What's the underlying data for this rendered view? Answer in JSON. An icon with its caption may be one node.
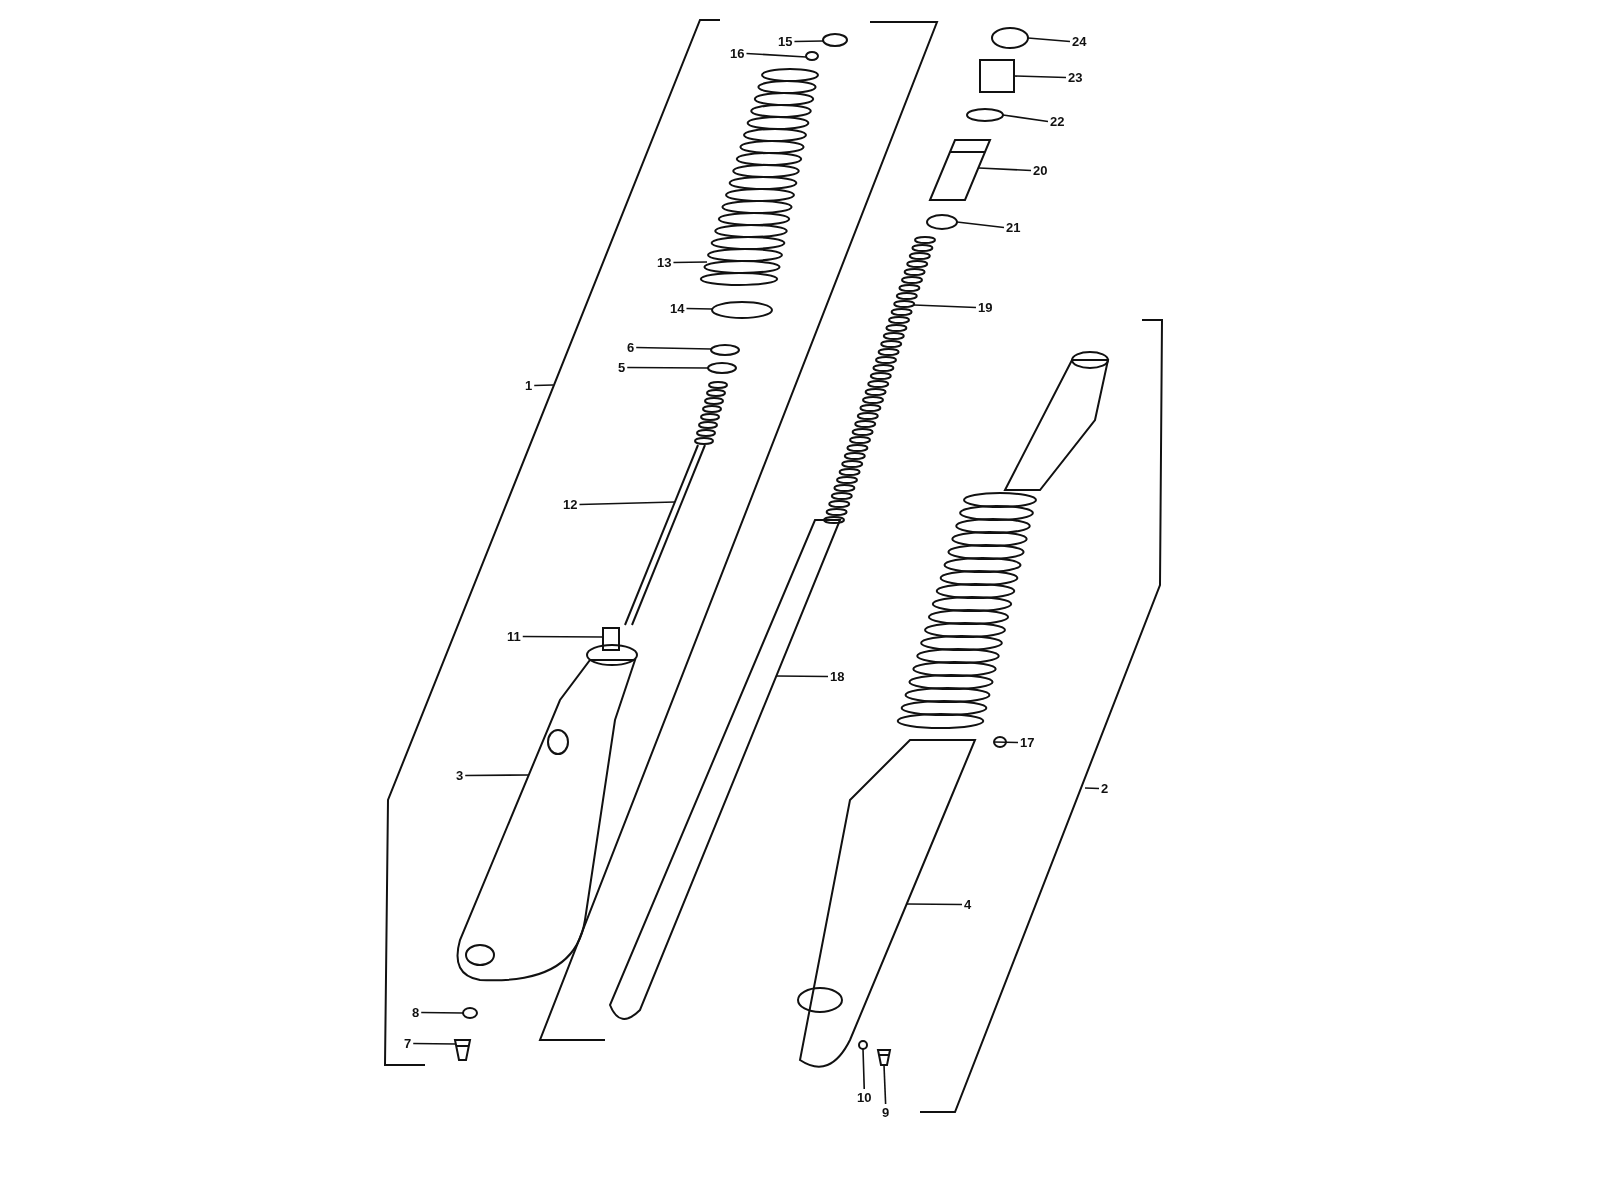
{
  "diagram": {
    "nodes": [
      {
        "text": [
          "15"
        ]
      },
      {
        "text": [
          "16"
        ]
      },
      {
        "text": [
          "24"
        ]
      },
      {
        "text": [
          "23"
        ]
      },
      {
        "text": [
          "22"
        ]
      },
      {
        "text": [
          "20"
        ]
      },
      {
        "text": [
          "21"
        ]
      },
      {
        "text": [
          "13"
        ]
      },
      {
        "text": [
          "14"
        ]
      },
      {
        "text": [
          "19"
        ]
      },
      {
        "text": [
          "6"
        ]
      },
      {
        "text": [
          "5"
        ]
      },
      {
        "text": [
          "1"
        ]
      },
      {
        "text": [
          "12"
        ]
      },
      {
        "text": [
          "11"
        ]
      },
      {
        "text": [
          "18"
        ]
      },
      {
        "text": [
          "3"
        ]
      },
      {
        "text": [
          "17"
        ]
      },
      {
        "text": [
          "2"
        ]
      },
      {
        "text": [
          "4"
        ]
      },
      {
        "text": [
          "8"
        ]
      },
      {
        "text": [
          "7"
        ]
      },
      {
        "text": [
          "10"
        ]
      },
      {
        "text": [
          "9"
        ]
      },
      {
        "text": [],
        "shape": "circle"
      },
      {
        "text": [],
        "shape": "circle"
      },
      {
        "text": [],
        "shape": "circle"
      },
      {
        "text": [],
        "shape": "box"
      },
      {
        "text": [],
        "shape": "circle"
      },
      {
        "text": [],
        "shape": "picture"
      },
      {
        "text": [],
        "shape": "circle"
      },
      {
        "text": [],
        "shape": "picture"
      },
      {
        "text": [],
        "shape": "circle"
      },
      {
        "text": [],
        "shape": "picture"
      },
      {
        "text": [],
        "shape": "circle"
      },
      {
        "text": [],
        "shape": "circle"
      },
      {
        "text": [],
        "shape": "picture"
      },
      {
        "text": [],
        "shape": "box"
      },
      {
        "text": [],
        "shape": "picture"
      },
      {
        "text": [],
        "shape": "picture"
      },
      {
        "text": [],
        "shape": "circle"
      },
      {
        "text": [],
        "shape": "picture"
      },
      {
        "text": [],
        "shape": "circle"
      },
      {
        "text": [],
        "shape": "picture"
      },
      {
        "text": [],
        "shape": "circle"
      },
      {
        "text": [],
        "shape": "picture"
      }
    ],
    "edges": [
      {
        "from": 0,
        "to": 24,
        "arrow": "none"
      },
      {
        "from": 1,
        "to": 25,
        "arrow": "none"
      },
      {
        "from": 2,
        "to": 26,
        "arrow": "none"
      },
      {
        "from": 3,
        "to": 27,
        "arrow": "none"
      },
      {
        "from": 4,
        "to": 28,
        "arrow": "none"
      },
      {
        "from": 5,
        "to": 29,
        "arrow": "none"
      },
      {
        "from": 6,
        "to": 30,
        "arrow": "none"
      },
      {
        "from": 7,
        "to": 31,
        "arrow": "none"
      },
      {
        "from": 8,
        "to": 32,
        "arrow": "none"
      },
      {
        "from": 9,
        "to": 33,
        "arrow": "none"
      },
      {
        "from": 10,
        "to": 34,
        "arrow": "none"
      },
      {
        "from": 11,
        "to": 35,
        "arrow": "none"
      },
      {
        "from": 12,
        "to": null,
        "arrow": "none"
      },
      {
        "from": 13,
        "to": 36,
        "arrow": "none"
      },
      {
        "from": 14,
        "to": 37,
        "arrow": "none"
      },
      {
        "from": 15,
        "to": 38,
        "arrow": "none"
      },
      {
        "from": 16,
        "to": 39,
        "arrow": "none"
      },
      {
        "from": 17,
        "to": 40,
        "arrow": "none"
      },
      {
        "from": 18,
        "to": null,
        "arrow": "none"
      },
      {
        "from": 19,
        "to": 41,
        "arrow": "none"
      },
      {
        "from": 20,
        "to": 42,
        "arrow": "none"
      },
      {
        "from": 21,
        "to": 43,
        "arrow": "none"
      },
      {
        "from": 22,
        "to": 44,
        "arrow": "none"
      },
      {
        "from": 23,
        "to": 45,
        "arrow": "none"
      }
    ]
  }
}
